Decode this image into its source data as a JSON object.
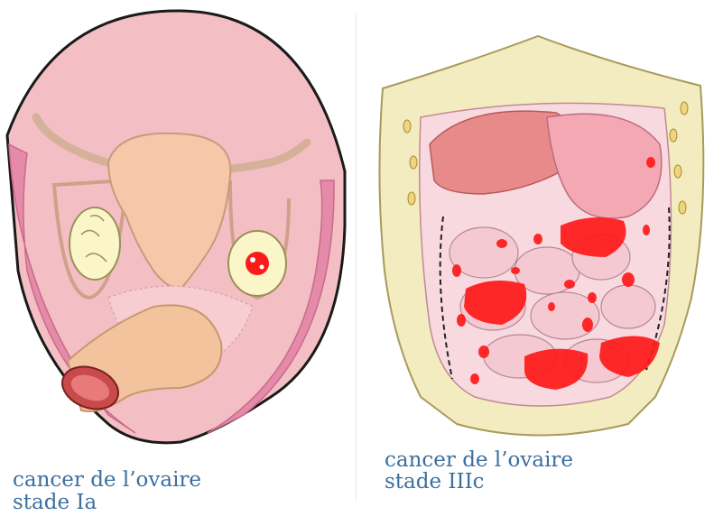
{
  "panels": [
    {
      "caption_line1": "cancer de l’ovaire",
      "caption_line2": "stade Ia"
    },
    {
      "caption_line1": "cancer de l’ovaire",
      "caption_line2": "stade IIIc"
    }
  ],
  "colors": {
    "caption": "#3b6fa0",
    "pelvis_pink": "#f4bfc4",
    "uterus": "#f6c7a8",
    "ovary": "#fbf6c8",
    "tumor_red": "#ff1a1a",
    "abdominal_wall": "#f3ecc0",
    "liver": "#e98a8a",
    "intestine": "#f5c9d2"
  }
}
